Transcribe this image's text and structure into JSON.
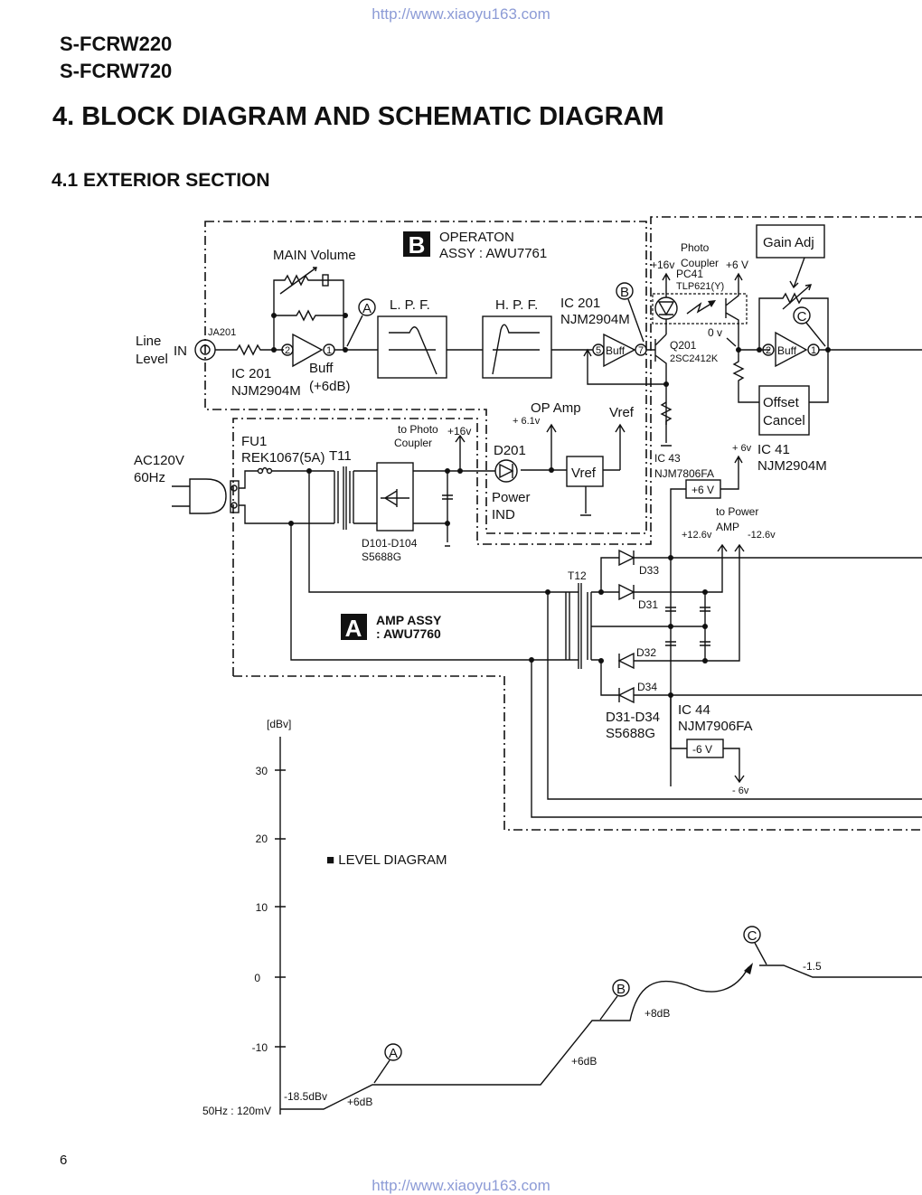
{
  "header": {
    "url_top": "http://www.xiaoyu163.com",
    "url_bottom": "http://www.xiaoyu163.com",
    "models": [
      "S-FCRW220",
      "S-FCRW720"
    ],
    "title": "4. BLOCK DIAGRAM AND SCHEMATIC DIAGRAM",
    "section": "4.1 EXTERIOR SECTION"
  },
  "assy_b": {
    "letter": "B",
    "line1": "OPERATON",
    "line2": "ASSY : AWU7761"
  },
  "assy_a": {
    "letter": "A",
    "line1": "AMP ASSY",
    "line2": ": AWU7760"
  },
  "input": {
    "line": "Line",
    "level": "Level",
    "in": "IN",
    "jack": "JA201"
  },
  "main_volume": "MAIN Volume",
  "ic201a": {
    "ic": "IC 201",
    "part": "NJM2904M",
    "buff": "Buff",
    "gain": "(+6dB)",
    "pin_in": "2",
    "pin_out": "1"
  },
  "lpf": "L. P. F.",
  "hpf": "H. P. F.",
  "ic201b": {
    "ic": "IC 201",
    "part": "NJM2904M",
    "buff": "Buff",
    "pin_in": "5",
    "pin_out": "7"
  },
  "points": {
    "a": "A",
    "b": "B",
    "c": "C"
  },
  "photo_coupler": {
    "title1": "Photo",
    "title2": "Coupler",
    "v_in": "+16v",
    "v_out": "+6 V",
    "ref": "PC41",
    "part": "TLP621(Y)",
    "zero": "0 v"
  },
  "q201": {
    "ref": "Q201",
    "part": "2SC2412K"
  },
  "gain_adj": "Gain Adj",
  "ic41": {
    "buff": "Buff",
    "pin_in": "2",
    "pin_out": "1",
    "offset1": "Offset",
    "offset2": "Cancel",
    "supply": "+ 6v",
    "ic": "IC 41",
    "part": "NJM2904M"
  },
  "ic43": {
    "ic": "IC 43",
    "part": "NJM7806FA",
    "out": "+6 V"
  },
  "op_amp": {
    "label": "OP Amp",
    "voltage": "+ 6.1v",
    "vref": "Vref",
    "vref_box": "Vref"
  },
  "power": {
    "ac1": "AC120V",
    "ac2": "60Hz",
    "fuse": "FU1",
    "fuse_part": "REK1067(5A)",
    "t11": "T11",
    "to_photo1": "to Photo",
    "to_photo2": "Coupler",
    "v16": "+16v",
    "d201": "D201",
    "ind1": "Power",
    "ind2": "IND",
    "bridge1": "D101-D104",
    "bridge2": "S5688G"
  },
  "amp_supply": {
    "to_power1": "to Power",
    "to_power2": "AMP",
    "vpos": "+12.6v",
    "vneg": "-12.6v",
    "t12": "T12",
    "d33": "D33",
    "d31": "D31",
    "d32": "D32",
    "d34": "D34",
    "diodes1": "D31-D34",
    "diodes2": "S5688G",
    "ic44": "IC 44",
    "ic44_part": "NJM7906FA",
    "neg_box": "-6 V",
    "neg_out": "- 6v"
  },
  "level_diagram": {
    "title": "■ LEVEL DIAGRAM",
    "unit": "[dBv]",
    "ticks": [
      "30",
      "20",
      "10",
      "0",
      "-10"
    ],
    "input_label": "50Hz : 120mV",
    "start_level": "-18.5dBv",
    "gain_a": "+6dB",
    "gain_b": "+6dB",
    "gain_c": "+8dB",
    "out_drop": "-1.5"
  },
  "page_number": "6"
}
